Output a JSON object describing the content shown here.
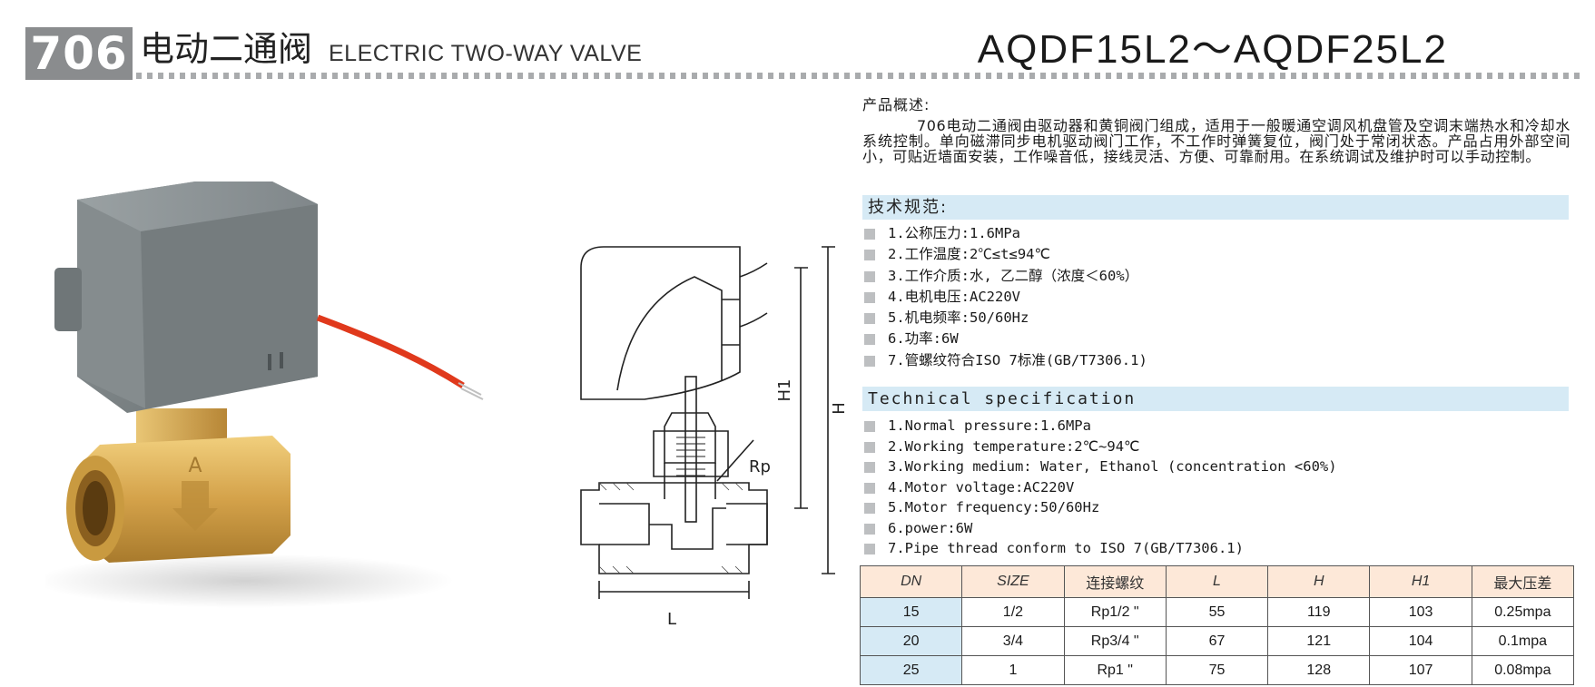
{
  "header": {
    "code": "706",
    "title_cn": "电动二通阀",
    "title_en": "ELECTRIC TWO-WAY VALVE",
    "model_range": "AQDF15L2～AQDF25L2"
  },
  "overview": {
    "label": "产品概述:",
    "text": "706电动二通阀由驱动器和黄铜阀门组成，适用于一般暖通空调风机盘管及空调末端热水和冷却水系统控制。单向磁滞同步电机驱动阀门工作，不工作时弹簧复位，阀门处于常闭状态。产品占用外部空间小，可贴近墙面安装，工作噪音低，接线灵活、方便、可靠耐用。在系统调试及维护时可以手动控制。"
  },
  "spec_cn": {
    "heading": "技术规范:",
    "items": [
      "1.公称压力:1.6MPa",
      "2.工作温度:2℃≤t≤94℃",
      "3.工作介质:水, 乙二醇（浓度＜60%）",
      "4.电机电压:AC220V",
      "5.机电频率:50/60Hz",
      "6.功率:6W",
      "7.管螺纹符合ISO 7标准(GB/T7306.1)"
    ]
  },
  "spec_en": {
    "heading": "Technical specification",
    "items": [
      "1.Normal pressure:1.6MPa",
      "2.Working temperature:2℃~94℃",
      "3.Working medium: Water, Ethanol (concentration <60%)",
      "4.Motor voltage:AC220V",
      "5.Motor frequency:50/60Hz",
      "6.power:6W",
      "7.Pipe thread conform to ISO 7(GB/T7306.1)"
    ]
  },
  "drawing": {
    "label_h1": "H1",
    "label_h": "H",
    "label_rp": "Rp",
    "label_l": "L"
  },
  "table": {
    "headers": [
      "DN",
      "SIZE",
      "连接螺纹",
      "L",
      "H",
      "H1",
      "最大压差"
    ],
    "rows": [
      [
        "15",
        "1/2",
        "Rp1/2 \"",
        "55",
        "119",
        "103",
        "0.25mpa"
      ],
      [
        "20",
        "3/4",
        "Rp3/4 \"",
        "67",
        "121",
        "104",
        "0.1mpa"
      ],
      [
        "25",
        "1",
        "Rp1 \"",
        "75",
        "128",
        "107",
        "0.08mpa"
      ]
    ]
  },
  "colors": {
    "code_box": "#8a8c8e",
    "header_dots": "#a9abad",
    "section_bar": "#d6eaf5",
    "table_header": "#fde8d8",
    "table_dn_cell": "#d6eaf5",
    "actuator_gray": "#7c8385",
    "brass": "#d4a24a",
    "wire_red": "#e0391c"
  }
}
